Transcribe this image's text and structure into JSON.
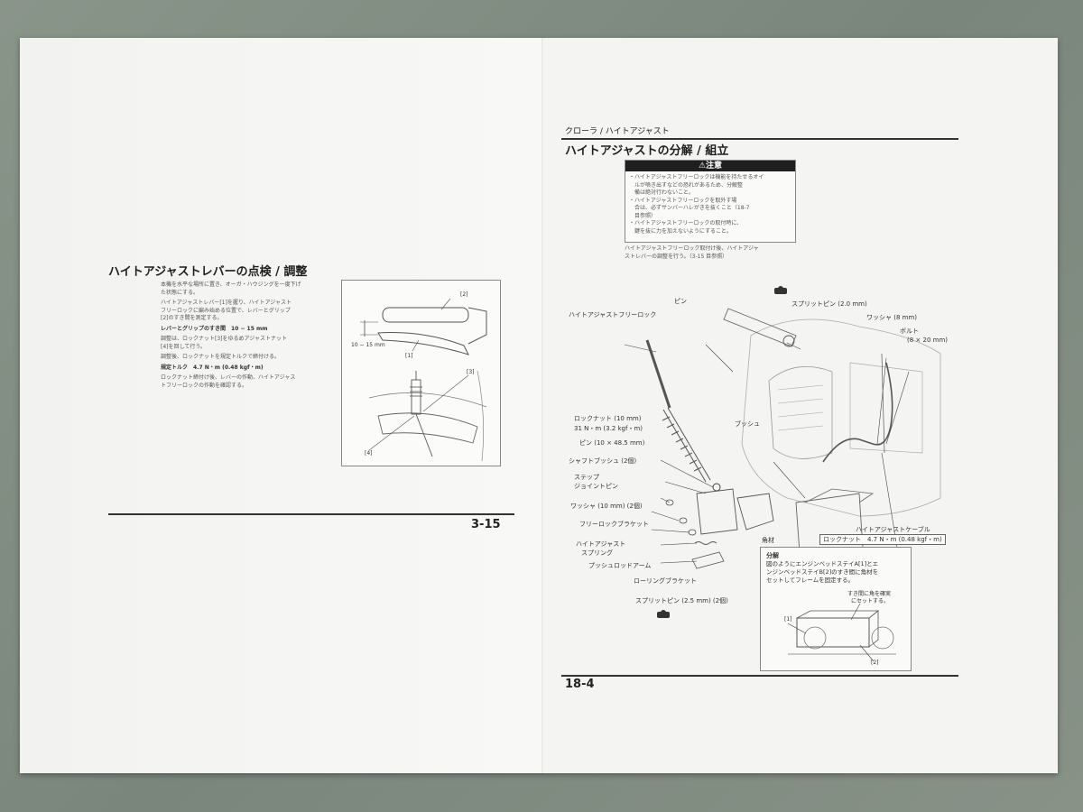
{
  "left_page": {
    "section_title": "ハイトアジャストレバーの点検 / 調整",
    "body_lines": [
      "本機を水平な場所に置き、オーガ・ハウジングを一度下げ",
      "た状態にする。",
      "ハイトアジャストレバー[1]を握り、ハイトアジャスト",
      "フリーロックに編み始める位置で、レバーとグリップ",
      "[2]のすき間を測定する。"
    ],
    "spec1_label": "レバーとグリップのすき間　10 − 15 mm",
    "adjust_lines": [
      "調整は、ロックナット[3]をゆるめアジャストナット",
      "[4]を回して行う。",
      "調整後、ロックナットを規定トルクで締付ける。"
    ],
    "spec2_label": "規定トルク　4.7 N・m (0.48 kgf・m)",
    "after_lines": [
      "ロックナット締付け後、レバーの作動、ハイトアジャス",
      "トフリーロックの作動を確認する。"
    ],
    "fig_callouts": {
      "c1": "[1]",
      "c2": "[2]",
      "c3": "[3]",
      "c4": "[4]",
      "gap": "10 − 15 mm"
    },
    "page_number": "3-15"
  },
  "right_page": {
    "header": "クローラ / ハイトアジャスト",
    "section_title": "ハイトアジャストの分解 / 組立",
    "warning_title": "⚠注意",
    "warning_lines": [
      "・ハイトアジャストフリーロックは機能を持たせるオイ",
      "　ルが噴き出すなどの恐れがあるため、分解整",
      "　備は絶対行わないこと。",
      "・ハイトアジャストフリーロックを取外す場",
      "　合は、必ずサンバーハレがきを抜くこと（18-7",
      "　目参照）",
      "・ハイトアジャストフリーロックの取付時に、",
      "　鍵を抜に力を加えないようにすること。"
    ],
    "intro_lines": [
      "ハイトアジャストフリーロック取付け後、ハイトアジャ",
      "ストレバーの調整を行う。（3-15 目参照）"
    ],
    "labels": {
      "pin": "ピン",
      "split_pin_20": "スプリットピン (2.0 mm)",
      "free_lock": "ハイトアジャストフリーロック",
      "washer8": "ワッシャ (8 mm)",
      "bolt": "ボルト",
      "bolt_size": "(8 × 20 mm)",
      "locknut10": "ロックナット (10 mm)",
      "locknut10_torque": "31 N・m (3.2 kgf・m)",
      "bush": "ブッシュ",
      "pin10": "ピン (10 × 48.5 mm)",
      "shaft_bush": "シャフトブッシュ (2個)",
      "step": "ステップ",
      "joint_pin": "ジョイントピン",
      "washer10": "ワッシャ (10 mm) (2個)",
      "free_lock_bracket": "フリーロックブラケット",
      "spring1": "ハイトアジャスト",
      "spring2": "スプリング",
      "push_rod_arm": "プッシュロッドアーム",
      "rolling_bracket": "ローリングブラケット",
      "split_pin_25": "スプリットピン (2.5 mm) (2個)",
      "square_material": "角材",
      "cable": "ハイトアジャストケーブル",
      "locknut_torque": "ロックナット　4.7 N・m (0.48 kgf・m)"
    },
    "inset": {
      "title": "分解",
      "lines": [
        "図のようにエンジンベッドステイA[1]とエ",
        "ンジンベッドステイB[2]のすき間に角材を",
        "セットしてフレームを固定する。"
      ],
      "note1": "すき間に角を確実",
      "note2": "にセットする。",
      "c1": "[1]",
      "c2": "[2]"
    },
    "page_number": "18-4"
  }
}
